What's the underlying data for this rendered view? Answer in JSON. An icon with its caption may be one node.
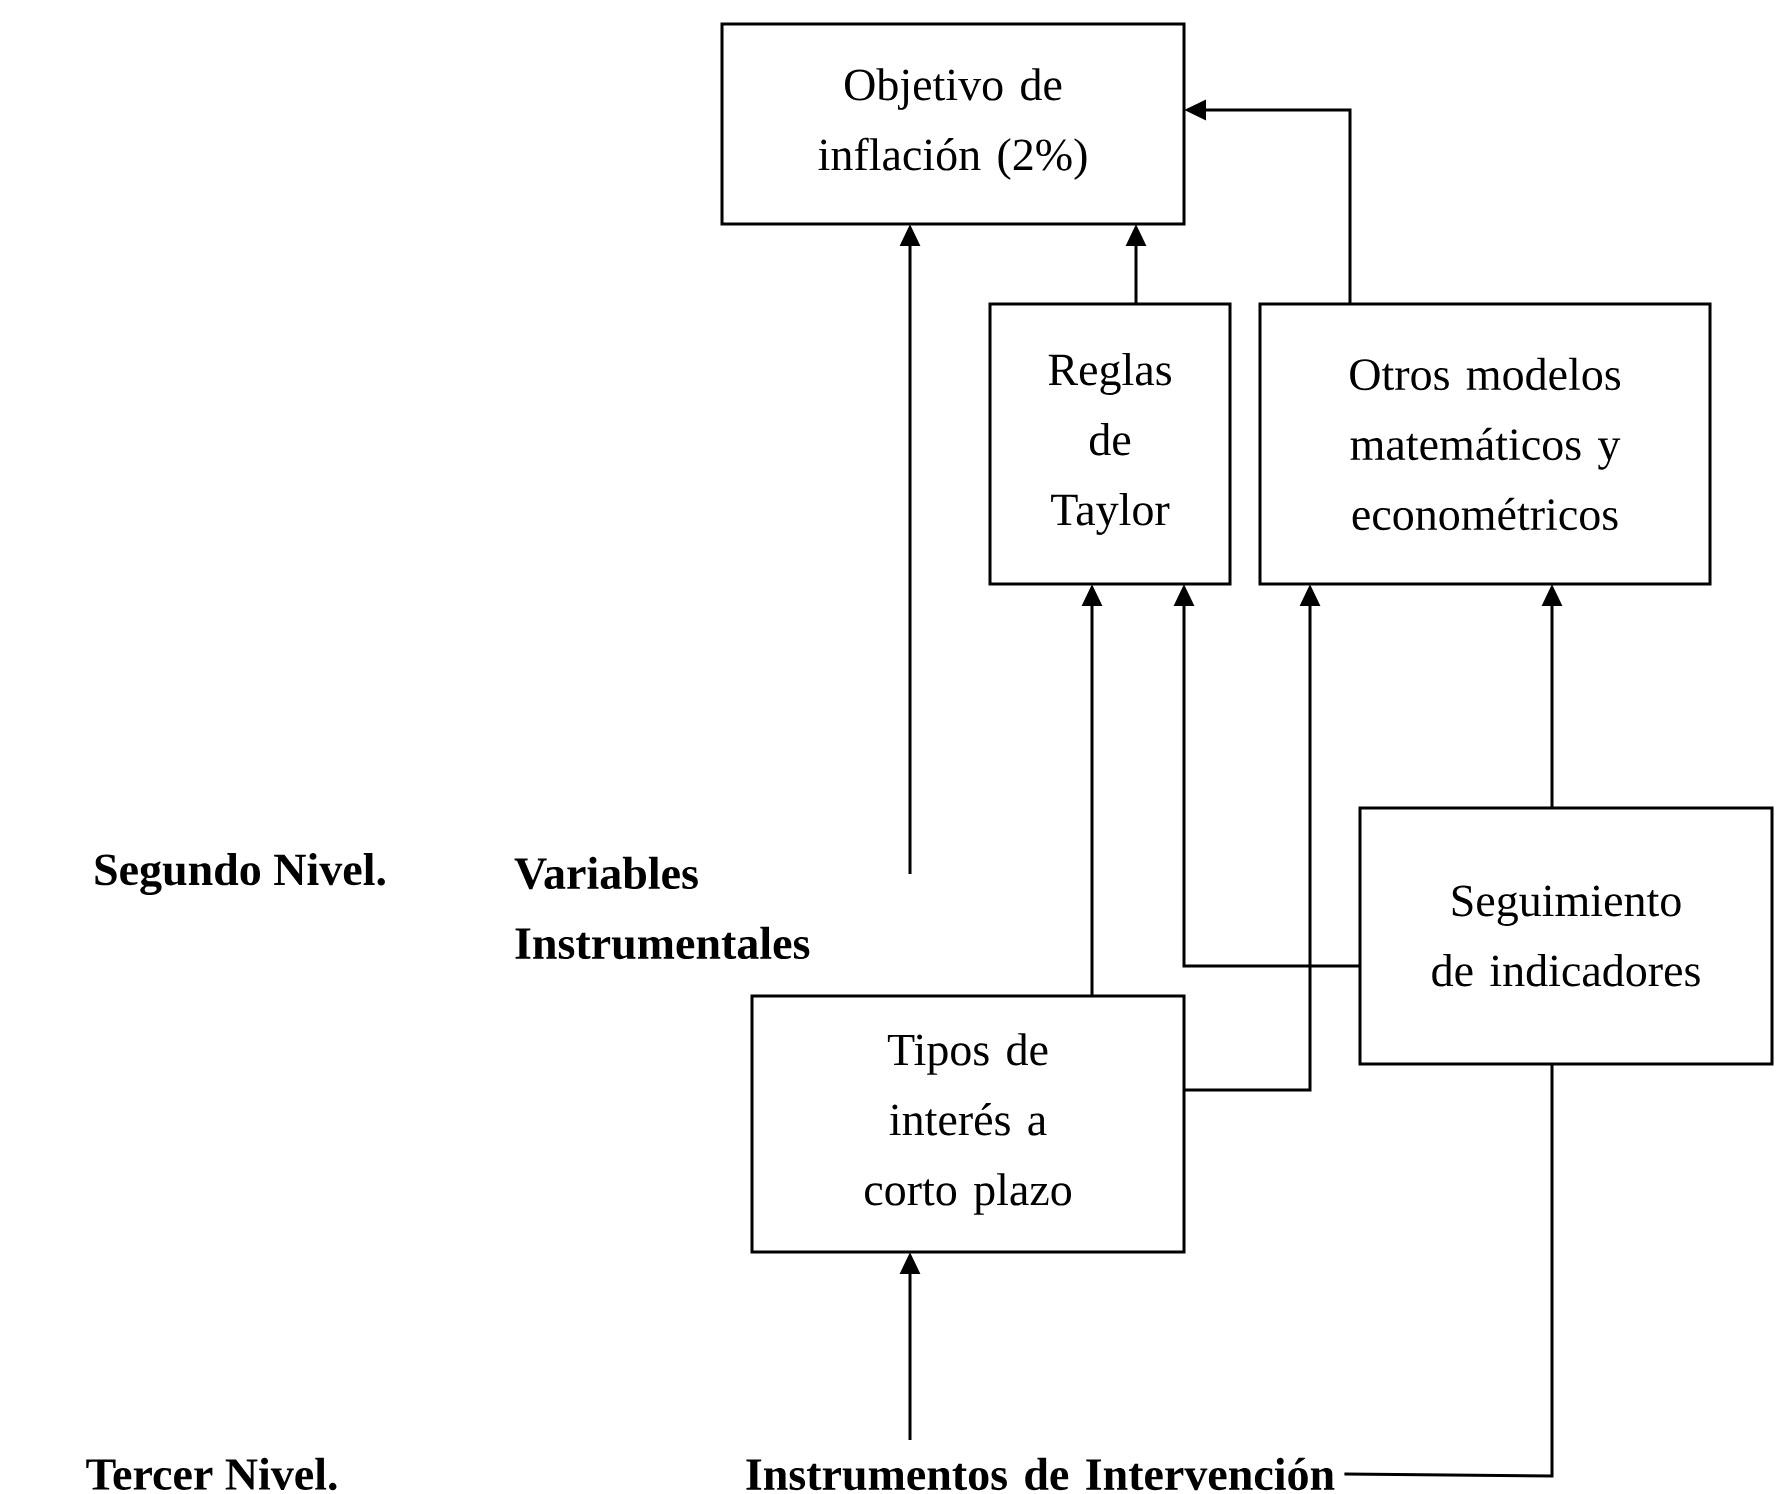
{
  "diagram": {
    "nodes": [
      {
        "text": [
          "Objetivo de inflación (2%)"
        ]
      },
      {
        "text": [
          "Reglas de Taylor"
        ]
      },
      {
        "text": [
          "Otros modelos matemáticos y econométricos"
        ]
      },
      {
        "text": [
          "Seguimiento de indicadores"
        ]
      },
      {
        "text": [
          "Tipos de interés a corto plazo"
        ]
      },
      {
        "text": [
          "Variables Instrumentales"
        ]
      },
      {
        "text": [
          "Instrumentos de Intervención"
        ]
      }
    ],
    "edges": [
      {
        "from": 5,
        "to": 0,
        "arrow": "to"
      },
      {
        "from": 1,
        "to": 0,
        "arrow": "to"
      },
      {
        "from": 2,
        "to": 0,
        "arrow": "to"
      },
      {
        "from": 4,
        "to": 1,
        "arrow": "to"
      },
      {
        "from": 3,
        "to": 1,
        "arrow": "to"
      },
      {
        "from": 4,
        "to": 2,
        "arrow": "to"
      },
      {
        "from": 3,
        "to": 2,
        "arrow": "to"
      },
      {
        "from": 6,
        "to": 4,
        "arrow": "to"
      },
      {
        "from": 6,
        "to": 3,
        "arrow": "none"
      }
    ],
    "labels": [
      "Segundo Nivel.",
      "Tercer Nivel."
    ]
  }
}
